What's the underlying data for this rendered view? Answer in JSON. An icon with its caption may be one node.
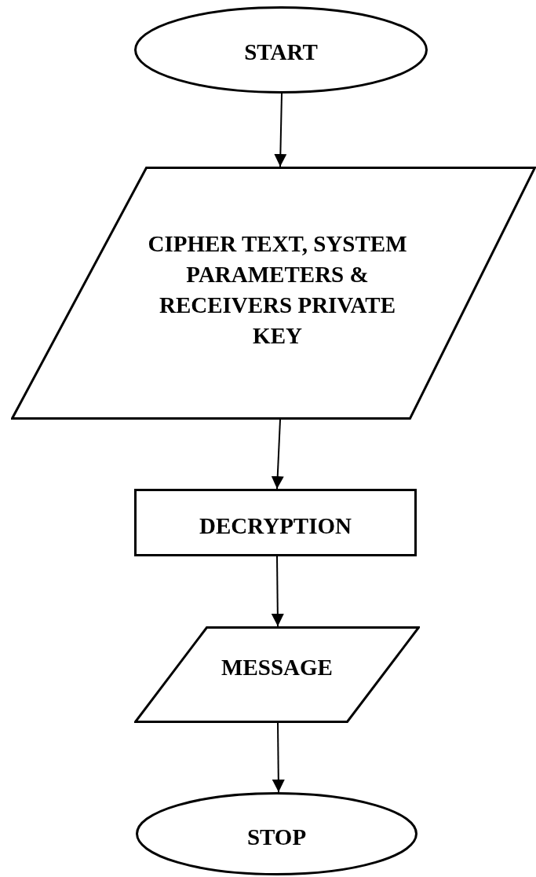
{
  "diagram": {
    "nodes": [
      {
        "text": [
          "START"
        ]
      },
      {
        "text": [
          "CIPHER TEXT, SYSTEM PARAMETERS & RECEIVERS PRIVATE KEY"
        ]
      },
      {
        "text": [
          "DECRYPTION"
        ]
      },
      {
        "text": [
          "MESSAGE"
        ]
      },
      {
        "text": [
          "STOP"
        ]
      }
    ],
    "edges": [
      {
        "from": 0,
        "to": 1,
        "arrow": "to"
      },
      {
        "from": 1,
        "to": 2,
        "arrow": "to"
      },
      {
        "from": 2,
        "to": 3,
        "arrow": "to"
      },
      {
        "from": 3,
        "to": 4,
        "arrow": "to"
      }
    ]
  }
}
